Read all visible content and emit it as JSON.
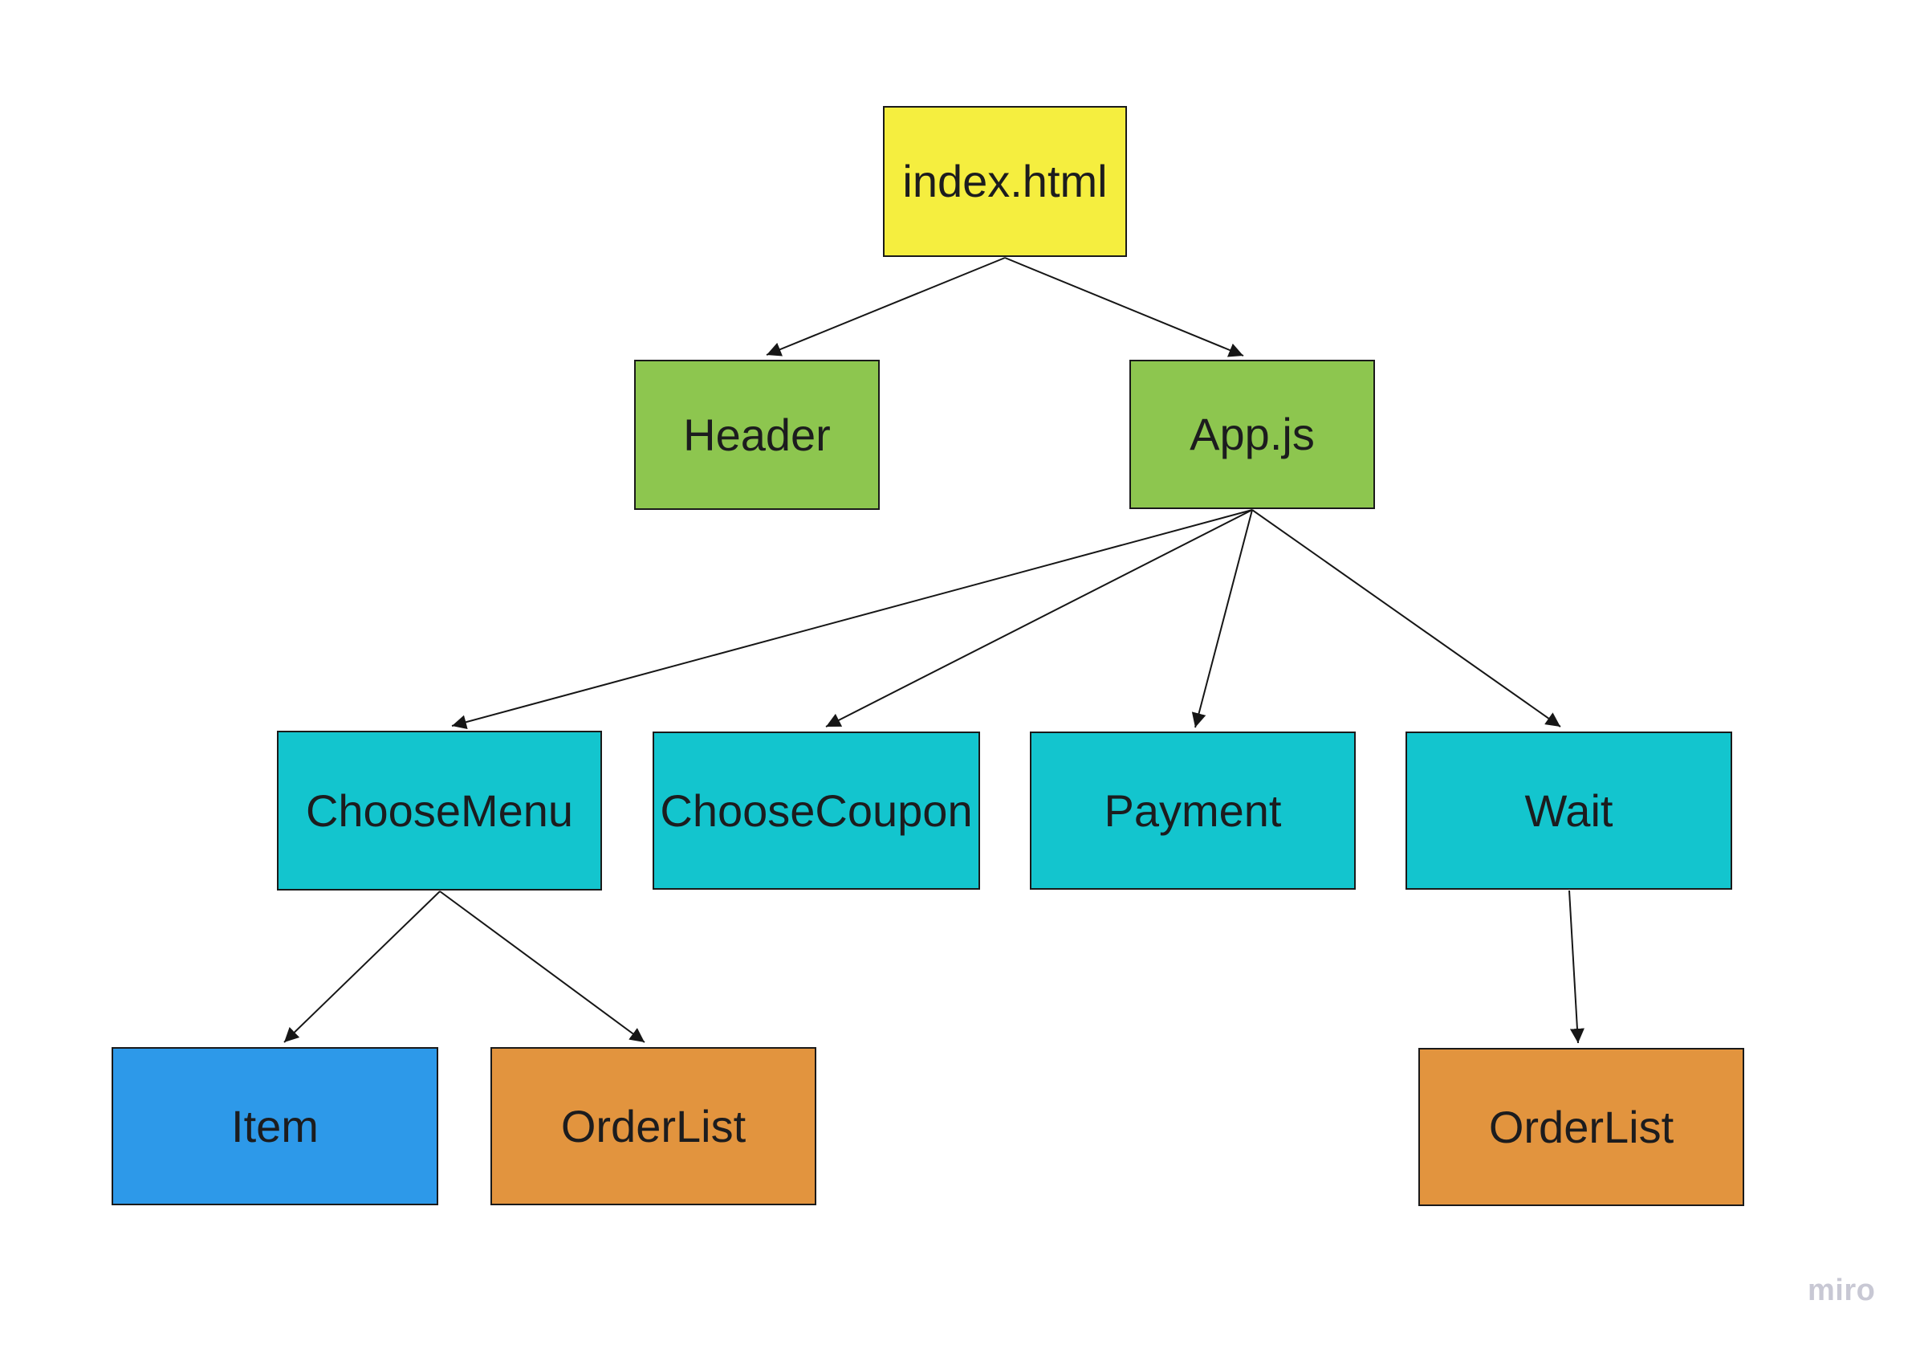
{
  "diagram": {
    "type": "tree",
    "background": "#ffffff"
  },
  "nodes": [
    {
      "id": "index-html",
      "label": "index.html",
      "color": "#f5ee3f",
      "level": 1
    },
    {
      "id": "header",
      "label": "Header",
      "color": "#8dc64f",
      "level": 2
    },
    {
      "id": "app-js",
      "label": "App.js",
      "color": "#8dc64f",
      "level": 2
    },
    {
      "id": "choose-menu",
      "label": "ChooseMenu",
      "color": "#13c5ce",
      "level": 3
    },
    {
      "id": "choose-coupon",
      "label": "ChooseCoupon",
      "color": "#13c5ce",
      "level": 3
    },
    {
      "id": "payment",
      "label": "Payment",
      "color": "#13c5ce",
      "level": 3
    },
    {
      "id": "wait",
      "label": "Wait",
      "color": "#13c5ce",
      "level": 3
    },
    {
      "id": "item",
      "label": "Item",
      "color": "#2d99e9",
      "level": 4
    },
    {
      "id": "orderlist-left",
      "label": "OrderList",
      "color": "#e2943e",
      "level": 4
    },
    {
      "id": "orderlist-right",
      "label": "OrderList",
      "color": "#e2943e",
      "level": 4
    }
  ],
  "edges": [
    {
      "from": "index-html",
      "to": "header"
    },
    {
      "from": "index-html",
      "to": "app-js"
    },
    {
      "from": "app-js",
      "to": "choose-menu"
    },
    {
      "from": "app-js",
      "to": "choose-coupon"
    },
    {
      "from": "app-js",
      "to": "payment"
    },
    {
      "from": "app-js",
      "to": "wait"
    },
    {
      "from": "choose-menu",
      "to": "item"
    },
    {
      "from": "choose-menu",
      "to": "orderlist-left"
    },
    {
      "from": "wait",
      "to": "orderlist-right"
    }
  ],
  "colors": {
    "border": "#1a1a1a",
    "text": "#1c1c1e",
    "arrow": "#161616",
    "watermark": "#c8c8d4"
  },
  "watermark": {
    "label": "miro"
  }
}
